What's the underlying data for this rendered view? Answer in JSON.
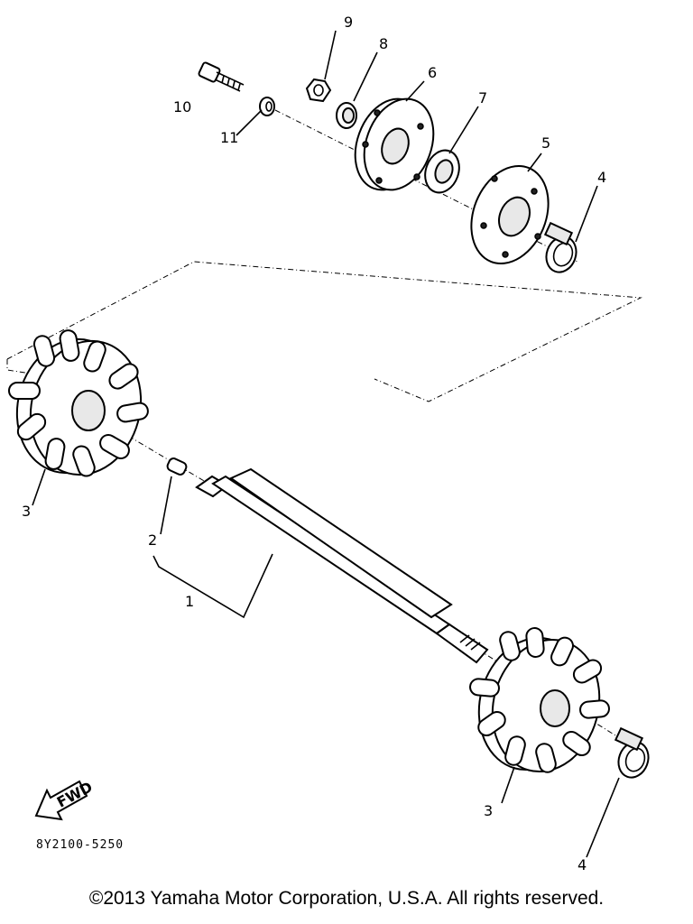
{
  "diagram": {
    "labels": {
      "l1": "1",
      "l2": "2",
      "l3a": "3",
      "l3b": "3",
      "l4a": "4",
      "l4b": "4",
      "l5": "5",
      "l6": "6",
      "l7": "7",
      "l8": "8",
      "l9": "9",
      "l10": "10",
      "l11": "11"
    },
    "fwd_label": "FWD",
    "drawing_code": "8Y2100-5250"
  },
  "footer": {
    "copyright": "©2013 Yamaha Motor Corporation, U.S.A. All rights reserved."
  }
}
